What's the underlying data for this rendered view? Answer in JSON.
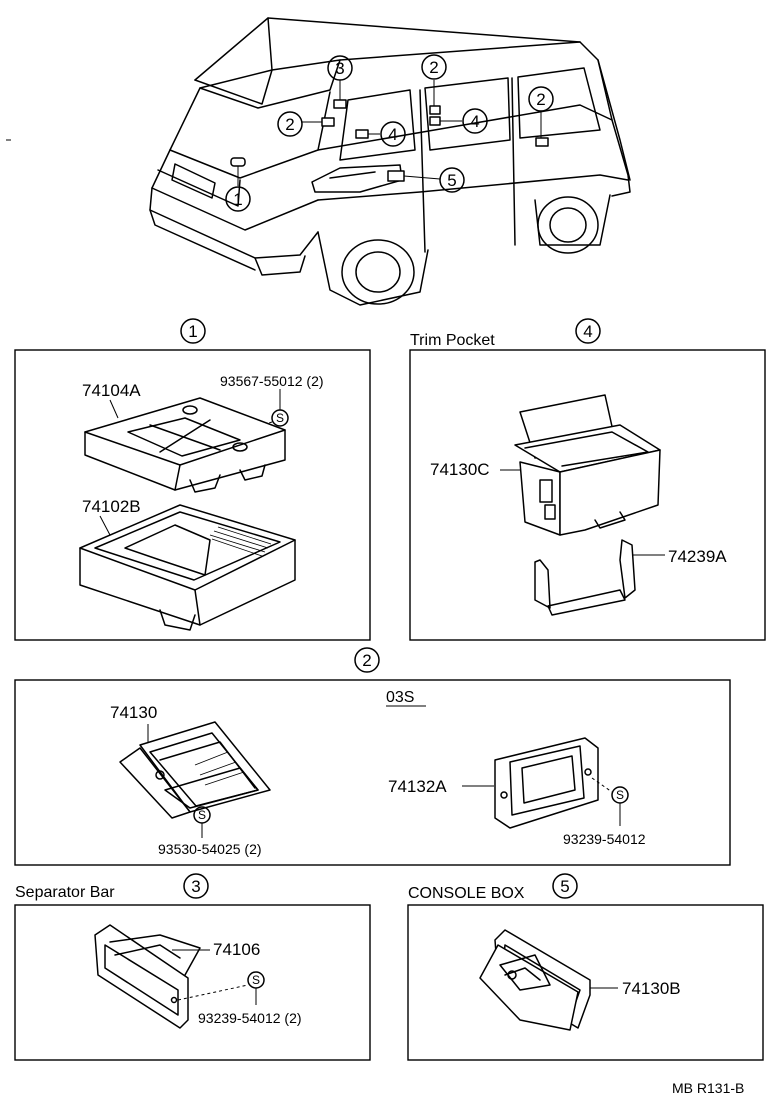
{
  "diagram": {
    "callouts": {
      "c1": "1",
      "c2": "2",
      "c3": "3",
      "c4": "4",
      "c5": "5"
    },
    "section1": {
      "number": "1",
      "part_a": "74104A",
      "screw": "93567-55012 (2)",
      "screw_symbol": "S",
      "part_b": "74102B"
    },
    "section4": {
      "title": "Trim Pocket",
      "number": "4",
      "part_a": "74130C",
      "part_b": "74239A"
    },
    "section2": {
      "number": "2",
      "variant": "03S",
      "part_a": "74130",
      "screw_a": "93530-54025 (2)",
      "part_b": "74132A",
      "screw_b": "93239-54012",
      "screw_symbol": "S"
    },
    "section3": {
      "title": "Separator Bar",
      "number": "3",
      "part_a": "74106",
      "screw": "93239-54012 (2)",
      "screw_symbol": "S"
    },
    "section5": {
      "title": "CONSOLE BOX",
      "number": "5",
      "part_a": "74130B"
    },
    "footer_code": "MB R131-B"
  }
}
